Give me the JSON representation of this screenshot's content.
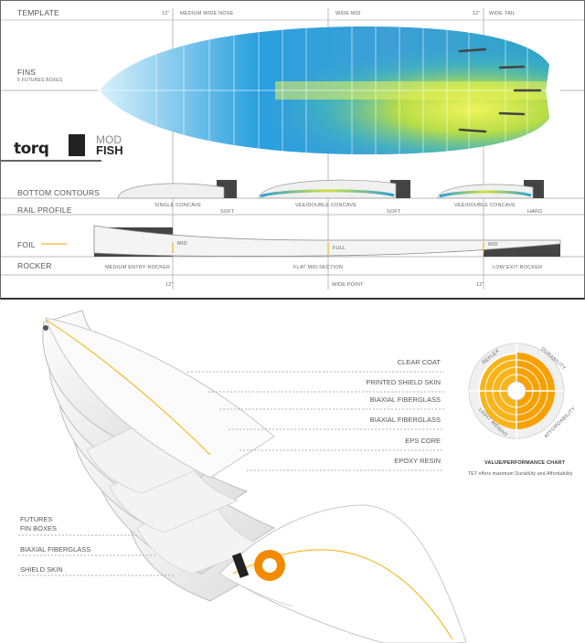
{
  "template": {
    "label": "TEMPLATE",
    "nose_tick": "12\"",
    "nose_label": "MEDIUM WIDE NOSE",
    "mid_label": "WIDE MID",
    "tail_tick": "12\"",
    "tail_label": "WIDE TAIL"
  },
  "fins": {
    "label": "FINS",
    "sub": "5 FUTURES BOXES"
  },
  "brand": {
    "logo": "torq",
    "model_line1": "MOD",
    "model_line2": "FISH"
  },
  "bottom_contours": {
    "label": "BOTTOM CONTOURS",
    "sections": [
      "SINGLE CONCAVE",
      "VEE/DOUBLE CONCAVE",
      "VEE/DOUBLE CONCAVE"
    ]
  },
  "rail_profile": {
    "label": "RAIL PROFILE",
    "values": [
      "SOFT",
      "SOFT",
      "HARD"
    ]
  },
  "foil": {
    "label": "FOIL",
    "markers": [
      "MID",
      "FULL",
      "MID"
    ]
  },
  "rocker": {
    "label": "ROCKER",
    "sections": [
      "MEDIUM ENTRY ROCKER",
      "FLAT MID-SECTION",
      "LOW EXIT ROCKER"
    ],
    "bottom_ticks": [
      "12\"",
      "WIDE POINT",
      "12\""
    ]
  },
  "construction": {
    "right_layers": [
      "CLEAR COAT",
      "PRINTED SHIELD SKIN",
      "BIAXIAL FIBERGLASS",
      "BIAXIAL FIBERGLASS",
      "EPS CORE",
      "EPOXY RESIN"
    ],
    "left_layers": [
      "FUTURES",
      "FIN BOXES",
      "BIAXIAL FIBERGLASS",
      "SHIELD SKIN"
    ]
  },
  "chart": {
    "labels": [
      "REFLEX",
      "DURABILITY",
      "AFFORDABILITY",
      "LIGHT WEIGHT"
    ],
    "title": "VALUE/PERFORMANCE CHART",
    "caption": "TET offers maximum Durability and Affordability",
    "colors": {
      "outer": "#f6a100",
      "inner": "#f7c21a",
      "ring": "#e0e0e0"
    }
  }
}
